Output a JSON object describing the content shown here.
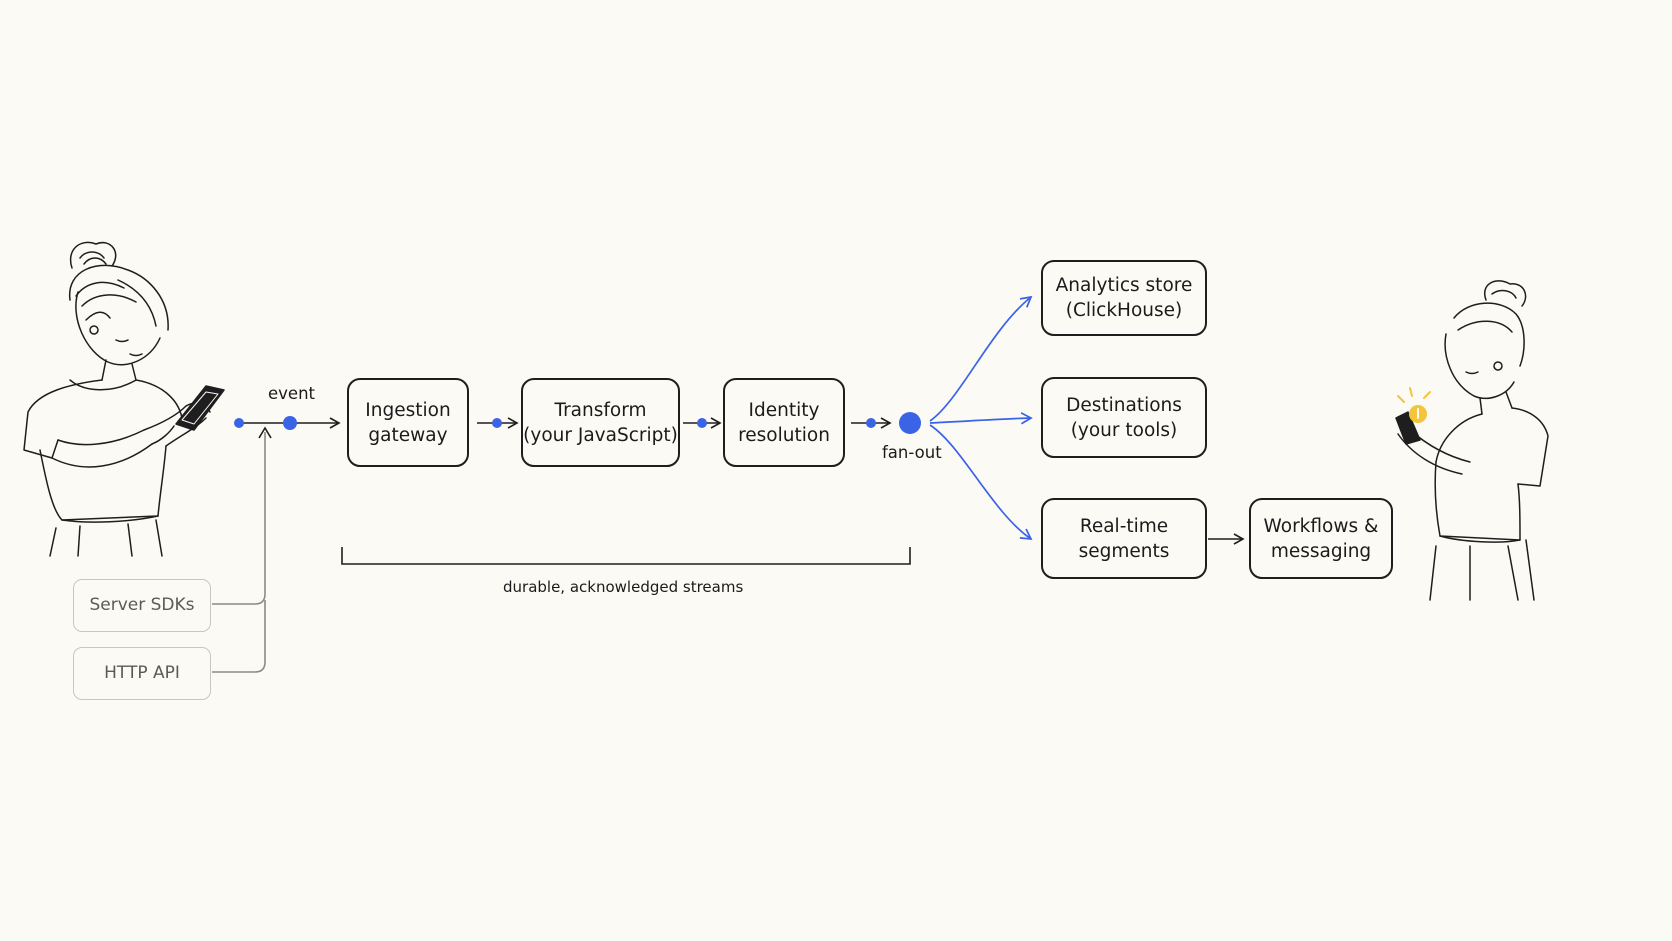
{
  "colors": {
    "accent": "#3b63e6",
    "ink": "#1e1e1e",
    "muted_border": "#c9c6bf",
    "background": "#fcfaf4",
    "notification": "#f4c43a"
  },
  "labels": {
    "event": "event",
    "fan_out": "fan-out",
    "streams": "durable, acknowledged streams"
  },
  "sources": {
    "server_sdks": "Server SDKs",
    "http_api": "HTTP API"
  },
  "pipeline": {
    "ingestion": [
      "Ingestion",
      "gateway"
    ],
    "transform": [
      "Transform",
      "(your JavaScript)"
    ],
    "identity": [
      "Identity",
      "resolution"
    ]
  },
  "outputs": {
    "analytics": [
      "Analytics store",
      "(ClickHouse)"
    ],
    "destinations": [
      "Destinations",
      "(your tools)"
    ],
    "segments": [
      "Real-time",
      "segments"
    ],
    "workflows": [
      "Workflows &",
      "messaging"
    ]
  },
  "figures": {
    "left": "person-using-phone",
    "right": "person-receiving-notification"
  }
}
